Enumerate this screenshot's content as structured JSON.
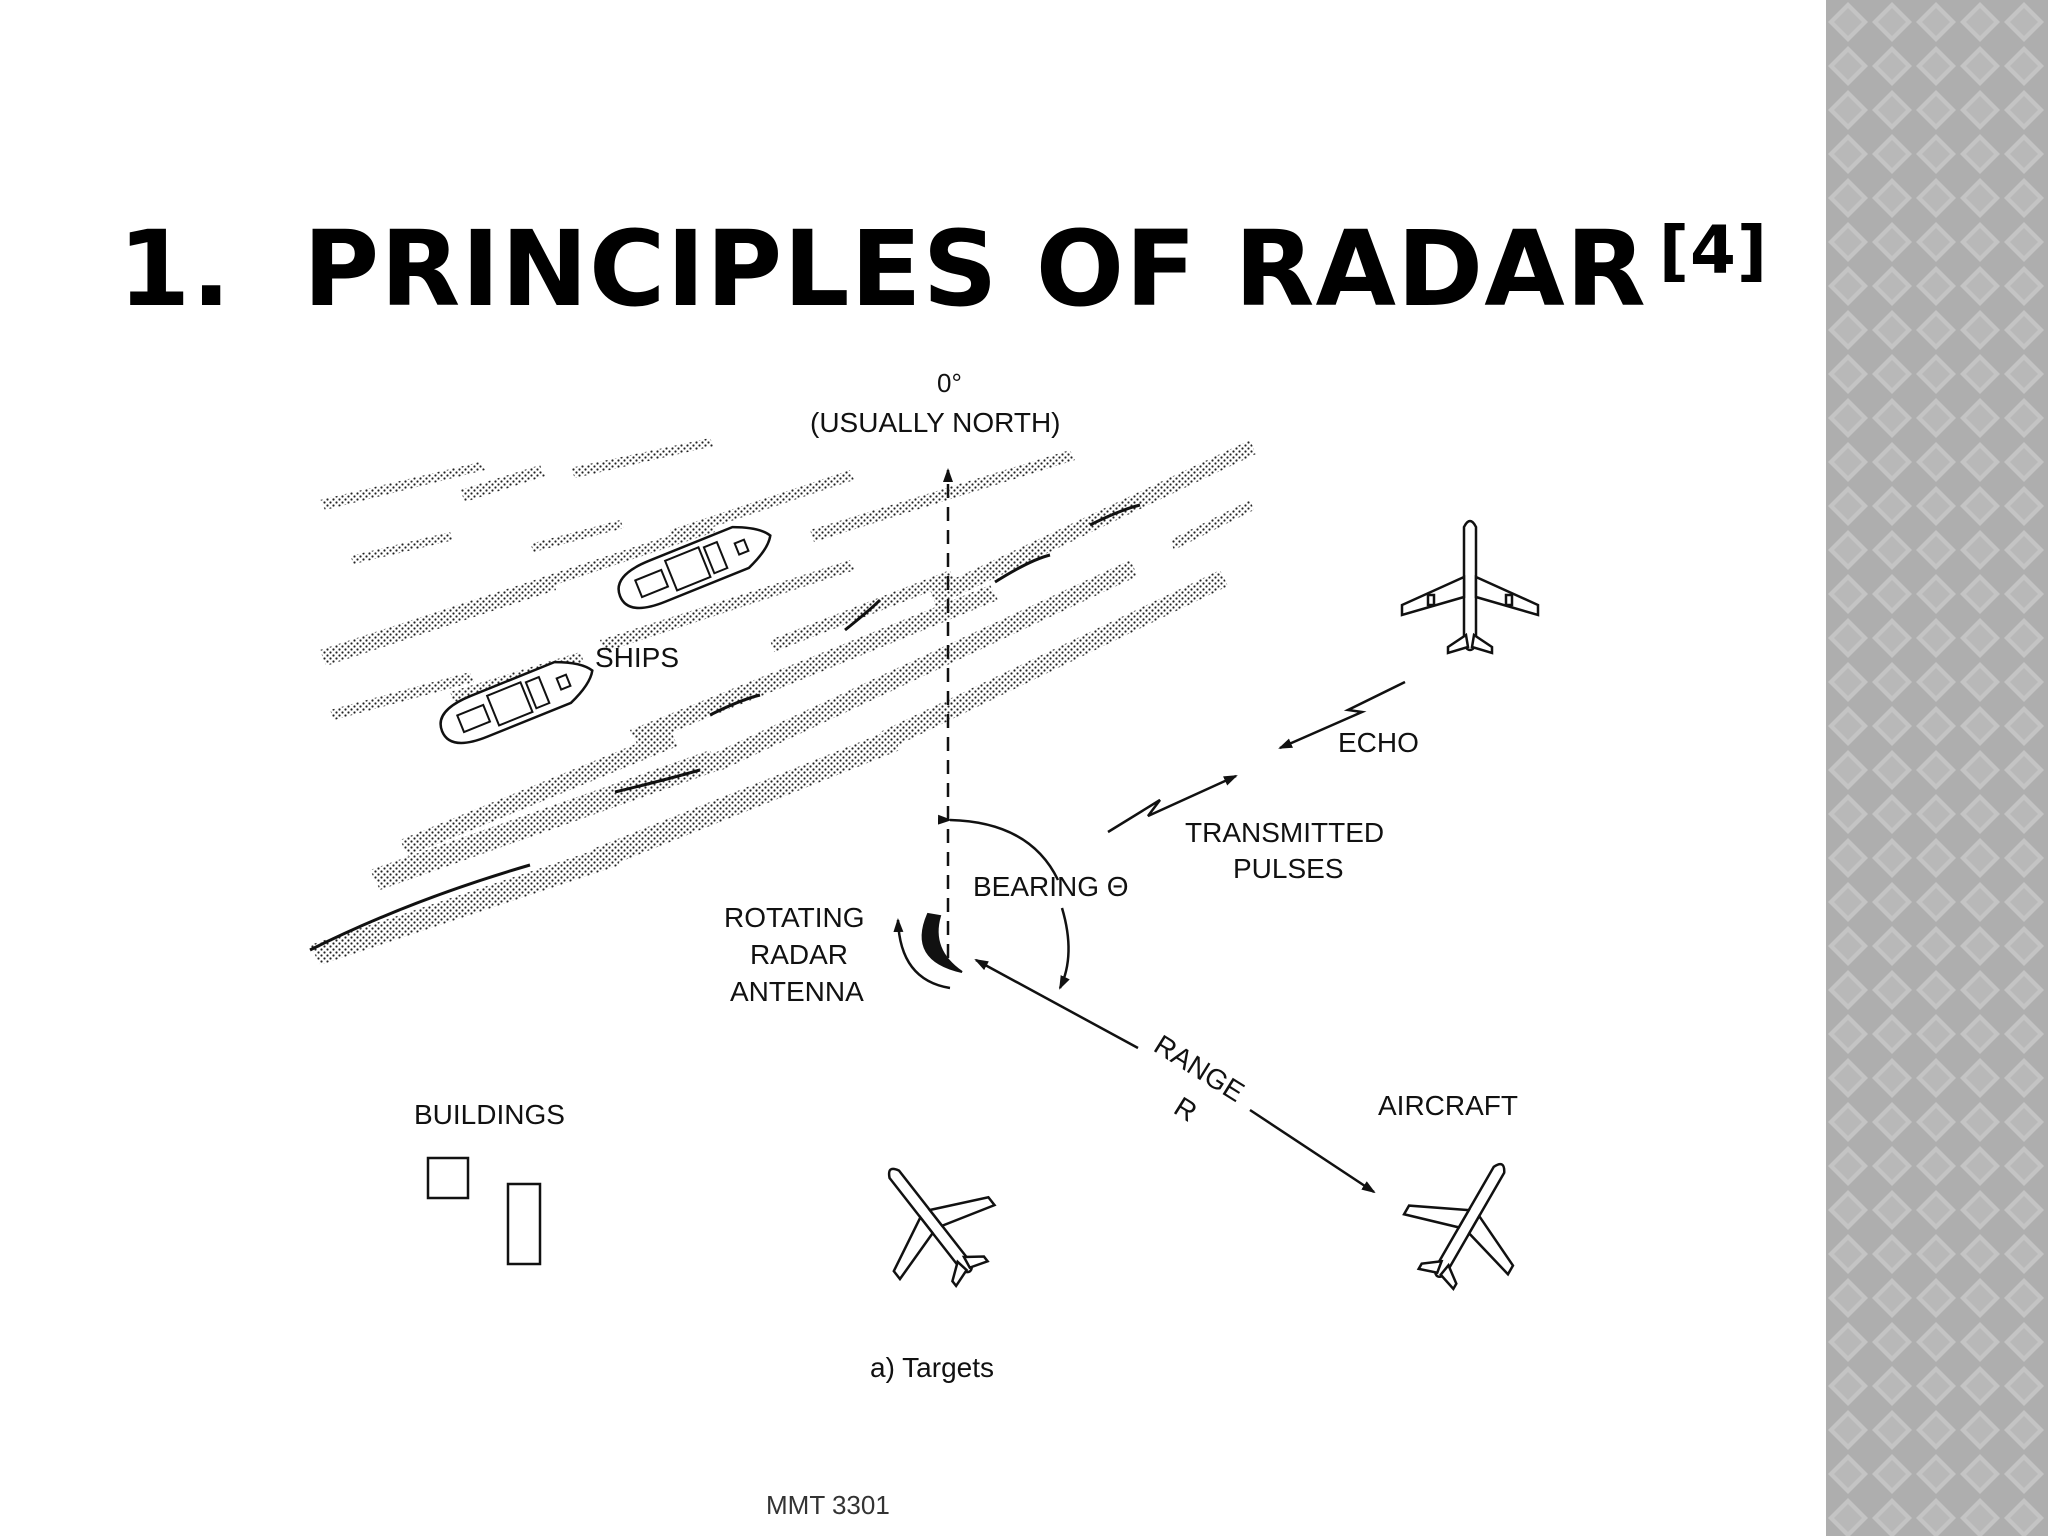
{
  "slide": {
    "title_number": "1.",
    "title": "PRINCIPLES OF RADAR",
    "title_reference": "[4]",
    "footer": "MMT 3301"
  },
  "figure": {
    "north_degree": "0°",
    "north_label": "(USUALLY NORTH)",
    "ships_label": "SHIPS",
    "echo_label": "ECHO",
    "transmitted_line1": "TRANSMITTED",
    "transmitted_line2": "PULSES",
    "bearing_label": "BEARING Θ",
    "antenna_line1": "ROTATING",
    "antenna_line2": "RADAR",
    "antenna_line3": "ANTENNA",
    "range_label": "RANGE",
    "range_symbol": "R",
    "aircraft_label": "AIRCRAFT",
    "buildings_label": "BUILDINGS",
    "caption": "a) Targets"
  },
  "colors": {
    "sidebar_base": "#aeaeae",
    "sidebar_diamond": "#c4c4c4",
    "ink": "#111111"
  }
}
